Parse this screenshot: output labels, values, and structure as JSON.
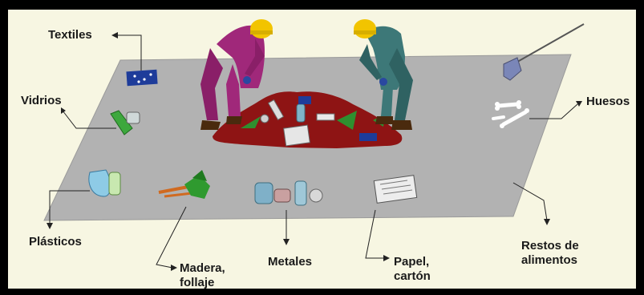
{
  "labels": {
    "textiles": "Textiles",
    "vidrios": "Vidrios",
    "huesos": "Huesos",
    "plasticos": "Plásticos",
    "madera_line1": "Madera,",
    "madera_line2": "follaje",
    "metales": "Metales",
    "papel_line1": "Papel,",
    "papel_line2": "cartón",
    "restos_line1": "Restos de",
    "restos_line2": "alimentos"
  },
  "colors": {
    "background": "#f7f6e2",
    "floor": "#b2b2b2",
    "pile": "#8e1414",
    "worker_left_suit": "#a0287a",
    "worker_right_suit": "#3d7878",
    "helmet": "#f2c400"
  }
}
